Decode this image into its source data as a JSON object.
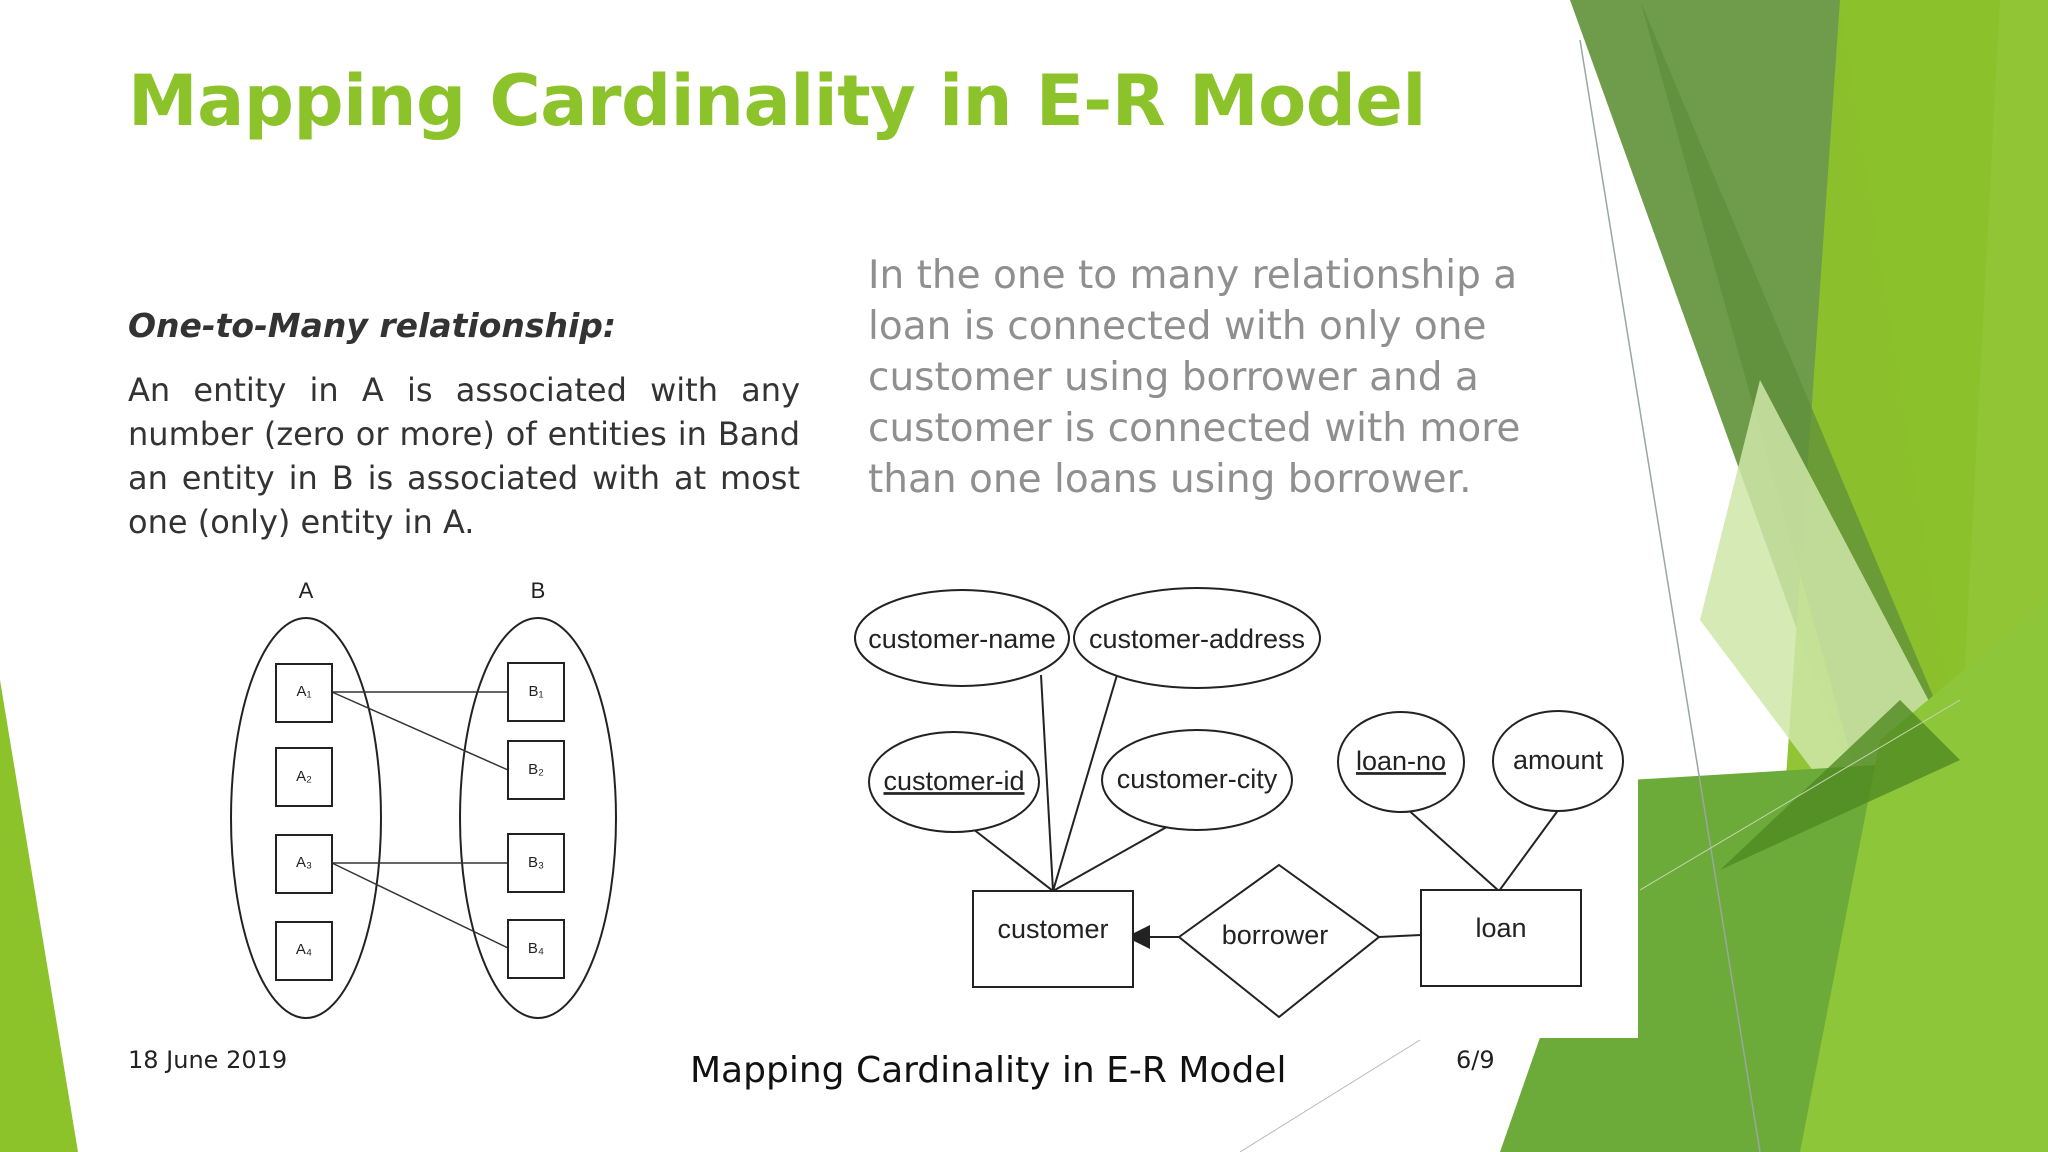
{
  "slide": {
    "title": "Mapping Cardinality in E-R Model",
    "subtitle": "One-to-Many relationship:",
    "body": "An entity in A is associated with any number (zero or more) of entities in Band an entity in B is associated with at most one (only) entity in A.",
    "right_text": "In the one to many relationship a loan is connected with only one customer using borrower and a customer is connected with more than one loans using borrower.",
    "footer": {
      "date": "18 June 2019",
      "title": "Mapping Cardinality in E-R Model",
      "page": "6/9"
    }
  },
  "colors": {
    "title": "#8cc22a",
    "accent_green": "#8cc22a",
    "dark_green": "#4e8a22",
    "muted_text": "#8f8f8f"
  },
  "set_diagram": {
    "set_a": {
      "label": "A",
      "items": [
        "A₁",
        "A₂",
        "A₃",
        "A₄"
      ]
    },
    "set_b": {
      "label": "B",
      "items": [
        "B₁",
        "B₂",
        "B₃",
        "B₄"
      ]
    },
    "links": [
      [
        "A₁",
        "B₁"
      ],
      [
        "A₁",
        "B₂"
      ],
      [
        "A₃",
        "B₃"
      ],
      [
        "A₃",
        "B₄"
      ]
    ]
  },
  "er_diagram": {
    "entities": [
      "customer",
      "loan"
    ],
    "relationship": "borrower",
    "attributes": {
      "customer_name": "customer-name",
      "customer_address": "customer-address",
      "customer_id": "customer-id",
      "customer_city": "customer-city",
      "loan_no": "loan-no",
      "amount": "amount"
    },
    "primary_keys": [
      "customer-id",
      "loan-no"
    ]
  }
}
